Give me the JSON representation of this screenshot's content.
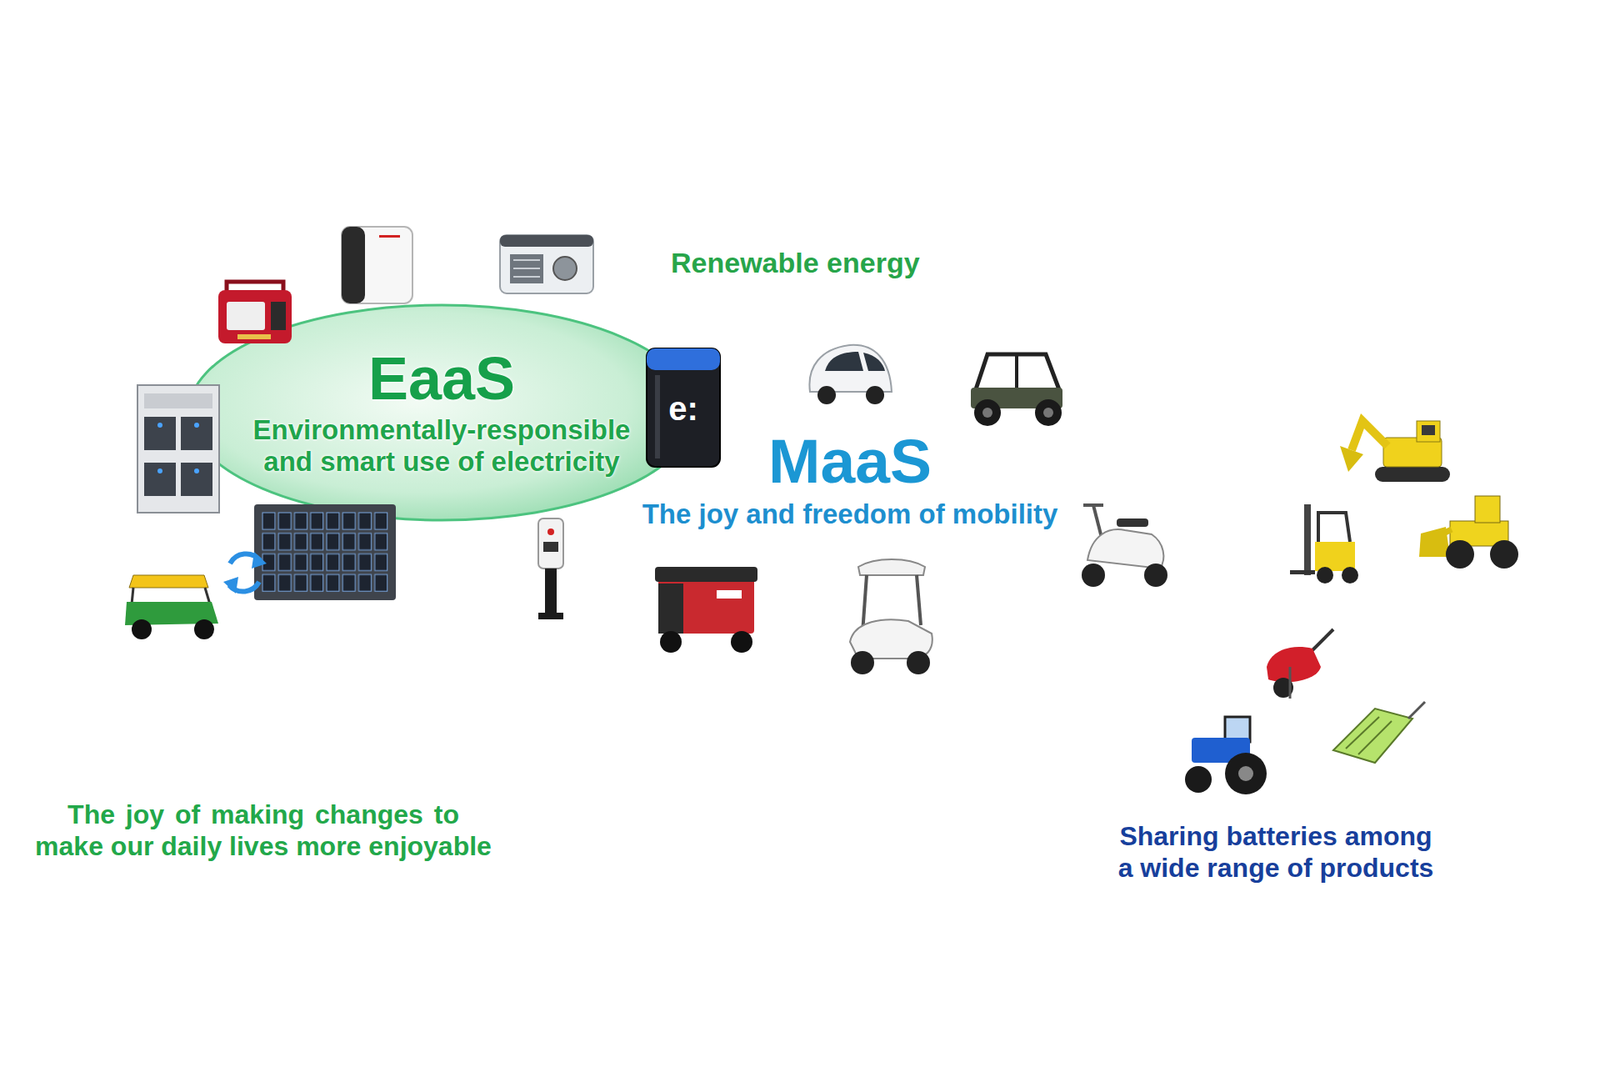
{
  "diagram": {
    "nodes": [
      {
        "text": [
          "EaaS",
          "Environmentally-responsible and smart use of electricity"
        ]
      },
      {
        "text": [
          "MaaS",
          "The joy and freedom of mobility"
        ]
      }
    ],
    "labels": [
      "Renewable energy",
      "The joy of making changes to make our daily lives more enjoyable",
      "Sharing batteries among a wide range of products",
      "e:"
    ]
  }
}
